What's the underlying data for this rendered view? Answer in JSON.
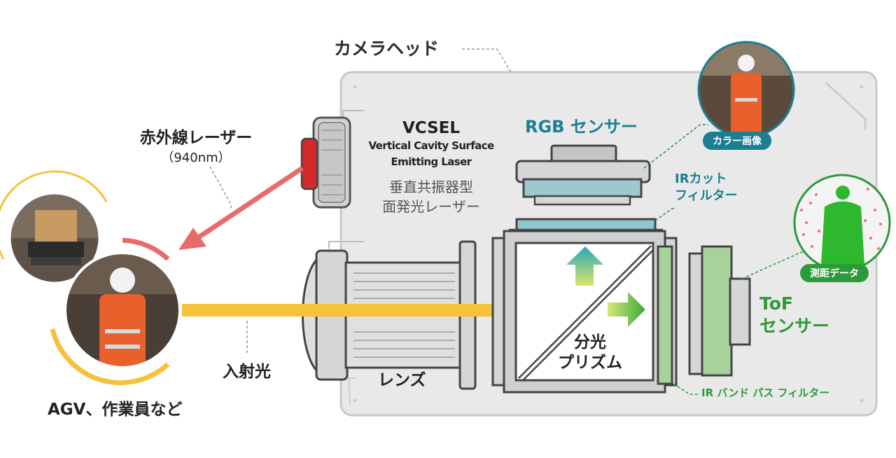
{
  "labels": {
    "camera_head": "カメラヘッド",
    "vcsel_title": "VCSEL",
    "vcsel_en_1": "Vertical Cavity Surface",
    "vcsel_en_2": "Emitting Laser",
    "vcsel_jp_1": "垂直共振器型",
    "vcsel_jp_2": "面発光レーザー",
    "rgb_sensor": "RGB センサー",
    "ir_cut_1": "IRカット",
    "ir_cut_2": "フィルター",
    "ir_laser": "赤外線レーザー",
    "ir_laser_wavelength": "（940nm）",
    "incident_light": "入射光",
    "lens": "レンズ",
    "prism_1": "分光",
    "prism_2": "プリズム",
    "tof_1": "ToF",
    "tof_2": "センサー",
    "ir_bandpass": "IR バンド パス フィルター",
    "targets": "AGV、作業員など"
  },
  "badges": {
    "color_image": "カラー画像",
    "depth_data": "測距データ"
  },
  "colors": {
    "teal_text": "#1b7f92",
    "green_text": "#2b9a3a",
    "laser_red": "#e86b6b",
    "light_yellow": "#f7c23b",
    "housing_fill": "#e9e9e9",
    "housing_stroke": "#c8c8c8",
    "rgb_sensor_fill": "#9cc9cf",
    "ir_filter_fill": "#8fc7cf",
    "tof_filter_fill": "#a7d39a",
    "vcsel_red": "#d6282d"
  },
  "icons": [
    "worker-photo",
    "agv-photo",
    "color-image-photo",
    "depth-point-cloud"
  ]
}
